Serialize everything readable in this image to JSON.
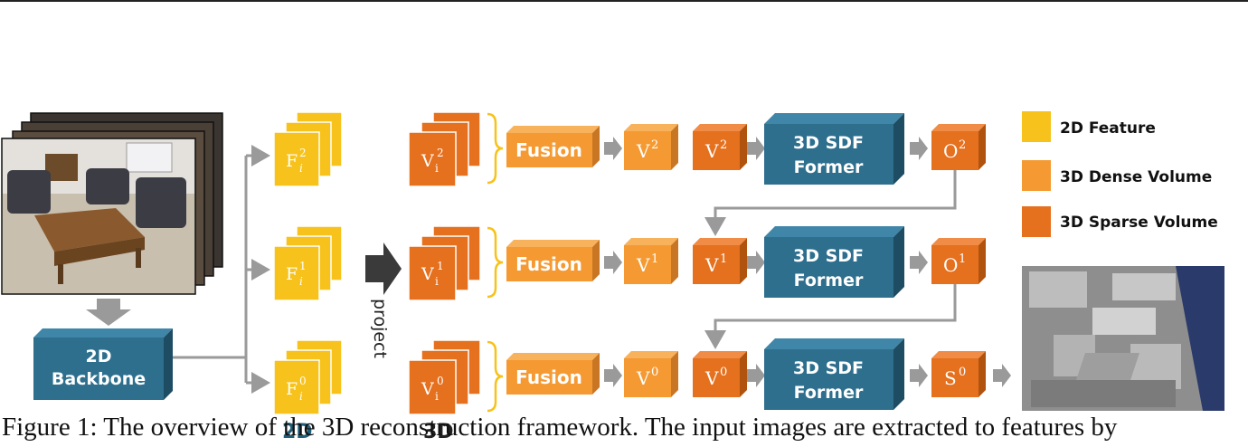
{
  "colors": {
    "feature_2d": "#f6c21b",
    "dense_volume": "#f59a32",
    "sparse_volume": "#e5701e",
    "module": "#2e6f8e",
    "arrow": "#9a9a9a"
  },
  "backbone": {
    "line1": "2D",
    "line2": "Backbone"
  },
  "features": [
    {
      "base": "F",
      "sub": "i",
      "sup": "2"
    },
    {
      "base": "F",
      "sub": "i",
      "sup": "1"
    },
    {
      "base": "F",
      "sub": "i",
      "sup": "0"
    }
  ],
  "project_label": "project",
  "volumes_in": [
    {
      "base": "V",
      "sub": "i",
      "sup": "2"
    },
    {
      "base": "V",
      "sub": "i",
      "sup": "1"
    },
    {
      "base": "V",
      "sub": "i",
      "sup": "0"
    }
  ],
  "fusion_label": "Fusion",
  "dense": [
    {
      "base": "V",
      "sup": "2"
    },
    {
      "base": "V",
      "sup": "1"
    },
    {
      "base": "V",
      "sup": "0"
    }
  ],
  "sparse_in": [
    {
      "base": "V",
      "sup": "2"
    },
    {
      "base": "V",
      "sup": "1"
    },
    {
      "base": "V",
      "sup": "0"
    }
  ],
  "former": {
    "line1": "3D SDF",
    "line2": "Former"
  },
  "outputs": [
    {
      "base": "O",
      "sup": "2"
    },
    {
      "base": "O",
      "sup": "1"
    },
    {
      "base": "S",
      "sup": "0"
    }
  ],
  "legend": [
    {
      "label": "2D Feature",
      "color_key": "feature_2d"
    },
    {
      "label": "3D Dense Volume",
      "color_key": "dense_volume"
    },
    {
      "label": "3D Sparse Volume",
      "color_key": "sparse_volume"
    }
  ],
  "bottom_labels": {
    "left": "2D",
    "right": "3D"
  },
  "caption": "Figure 1: The overview of the 3D reconstruction framework. The input images are extracted to features by"
}
